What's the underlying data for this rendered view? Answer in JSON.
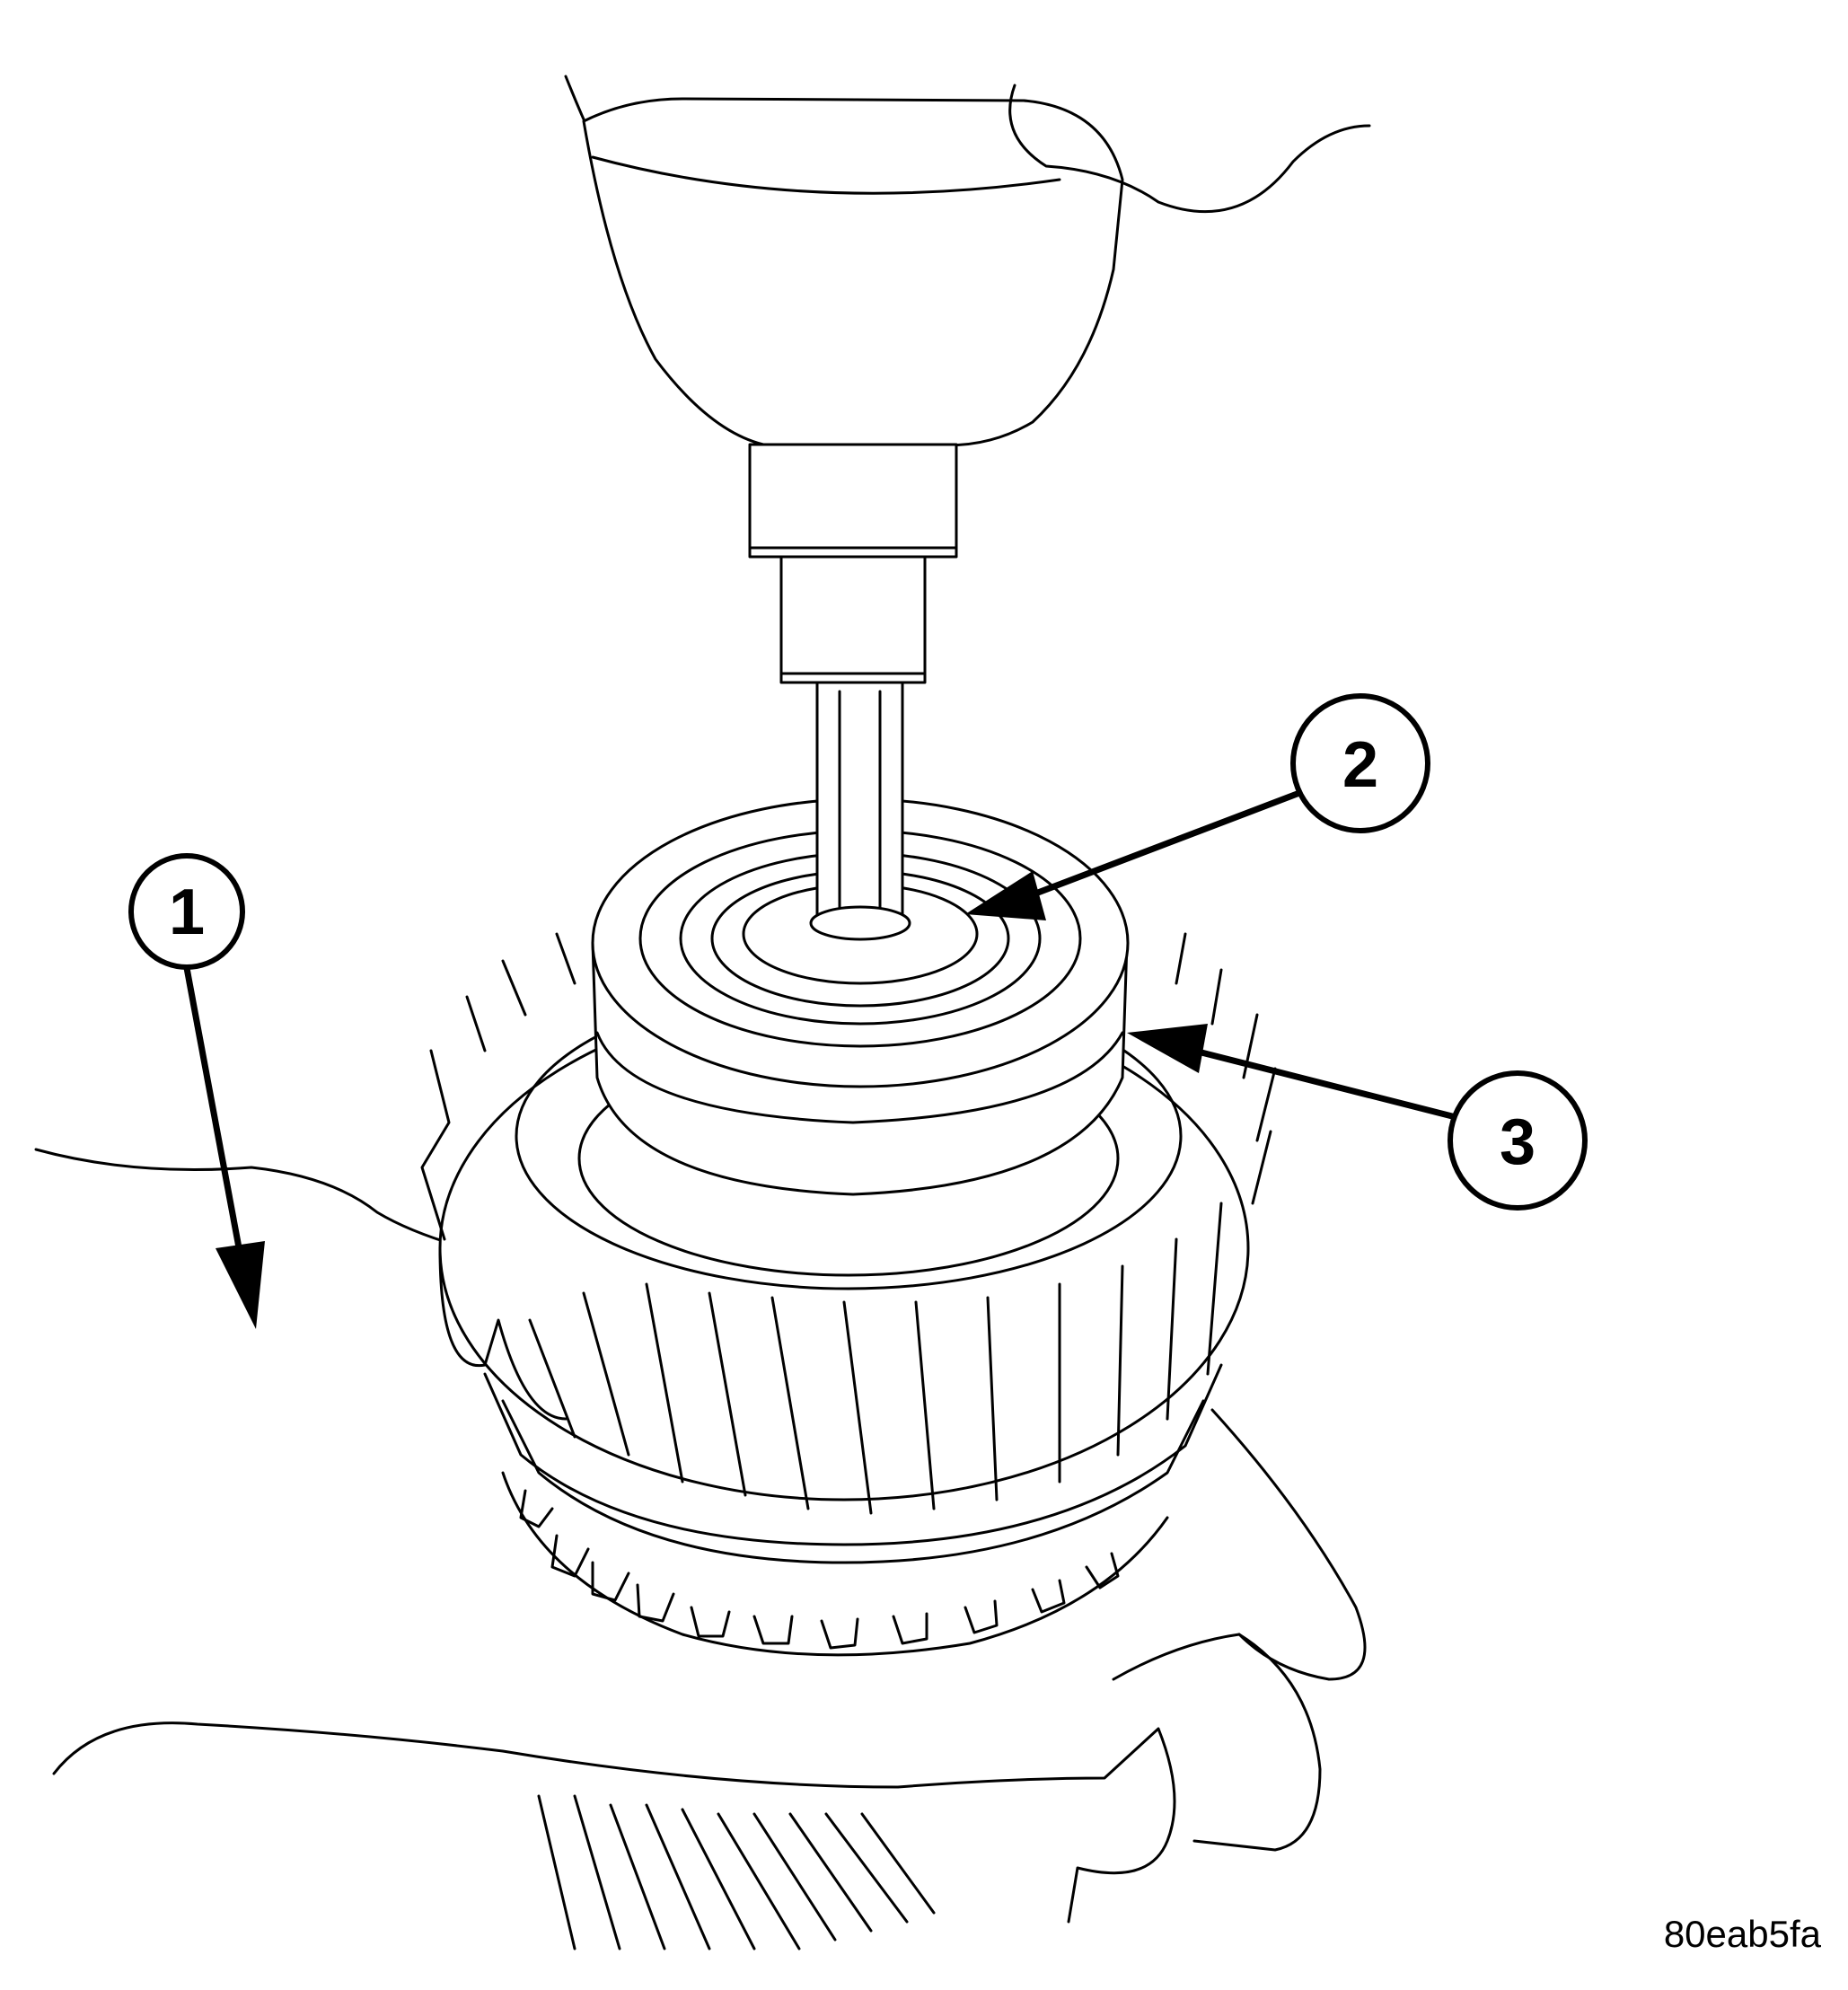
{
  "callouts": [
    {
      "number": "1",
      "component": ""
    },
    {
      "number": "2",
      "component": ""
    },
    {
      "number": "3",
      "component": ""
    }
  ],
  "figure_id": "80eab5fa",
  "colors": {
    "ink": "#000000",
    "background": "#ffffff"
  }
}
